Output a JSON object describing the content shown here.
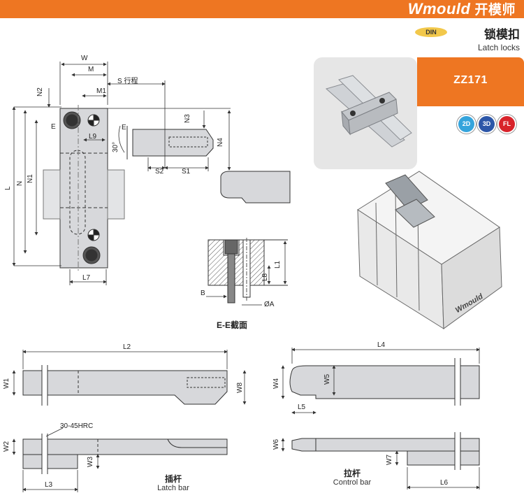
{
  "header": {
    "brand": "Wmould",
    "brand_cn": "开模师"
  },
  "category": {
    "badge": "DIN",
    "name_cn": "锁模扣",
    "name_en": "Latch locks"
  },
  "product": {
    "code": "ZZ171",
    "icons": [
      {
        "label": "2D",
        "icon": "2d-icon",
        "color": "#35a4dc"
      },
      {
        "label": "3D",
        "icon": "3d-icon",
        "color": "#2c56a8"
      },
      {
        "label": "FL",
        "icon": "fl-icon",
        "color": "#d8232a"
      }
    ],
    "mold_brand": "Wmould"
  },
  "dims": {
    "W": "W",
    "M": "M",
    "S": "S 行程",
    "N2": "N2",
    "M1": "M1",
    "E": "E",
    "N3": "N3",
    "E2": "E",
    "L9": "L9",
    "angle": "30°",
    "N4": "N4",
    "S2": "S2",
    "S1": "S1",
    "L": "L",
    "N": "N",
    "N1": "N1",
    "L7": "L7",
    "L1": "L1",
    "L8": "L8",
    "B": "B",
    "A": "ØA",
    "L2": "L2",
    "W1": "W1",
    "W8": "W8",
    "L4": "L4",
    "W4": "W4",
    "W5": "W5",
    "L5": "L5",
    "hrc": "30-45HRC",
    "W2": "W2",
    "W3": "W3",
    "L3": "L3",
    "W6": "W6",
    "W7": "W7",
    "L6": "L6"
  },
  "sections": {
    "ee": "E-E截面"
  },
  "parts": {
    "latch_cn": "插杆",
    "latch_en": "Latch bar",
    "control_cn": "拉杆",
    "control_en": "Control bar"
  }
}
